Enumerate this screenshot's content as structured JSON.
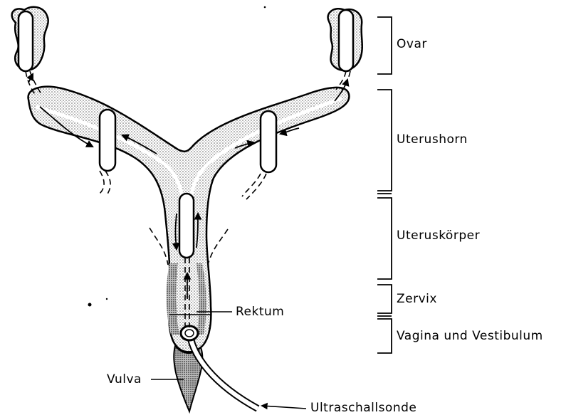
{
  "labels": {
    "ovar": "Ovar",
    "uterushorn": "Uterushorn",
    "uteruskoerper": "Uteruskörper",
    "zervix": "Zervix",
    "vagina": "Vagina und Vestibulum",
    "rektum": "Rektum",
    "vulva": "Vulva",
    "sonde": "Ultraschallsonde"
  },
  "colors": {
    "ink": "#000000",
    "stipple": "#9a9a9a",
    "background": "#ffffff"
  }
}
